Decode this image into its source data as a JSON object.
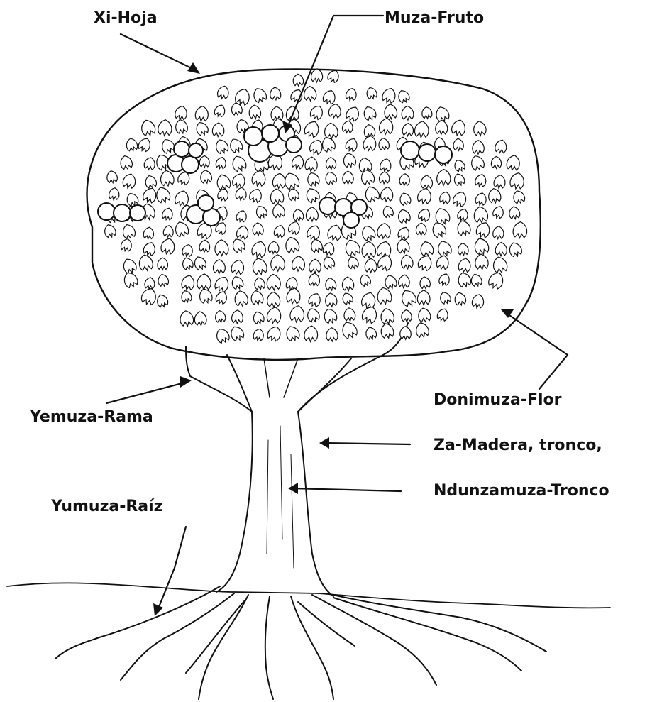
{
  "labels": {
    "leaf": "Xi-Hoja",
    "fruit": "Muza-Fruto",
    "flower": "Donimuza-Flor",
    "branch": "Yemuza-Rama",
    "wood": "Za-Madera, tronco,",
    "trunk": "Ndunzamuza-Tronco",
    "root": "Yumuza-Raíz"
  },
  "colors": {
    "ink": "#111111",
    "paper": "#ffffff"
  }
}
